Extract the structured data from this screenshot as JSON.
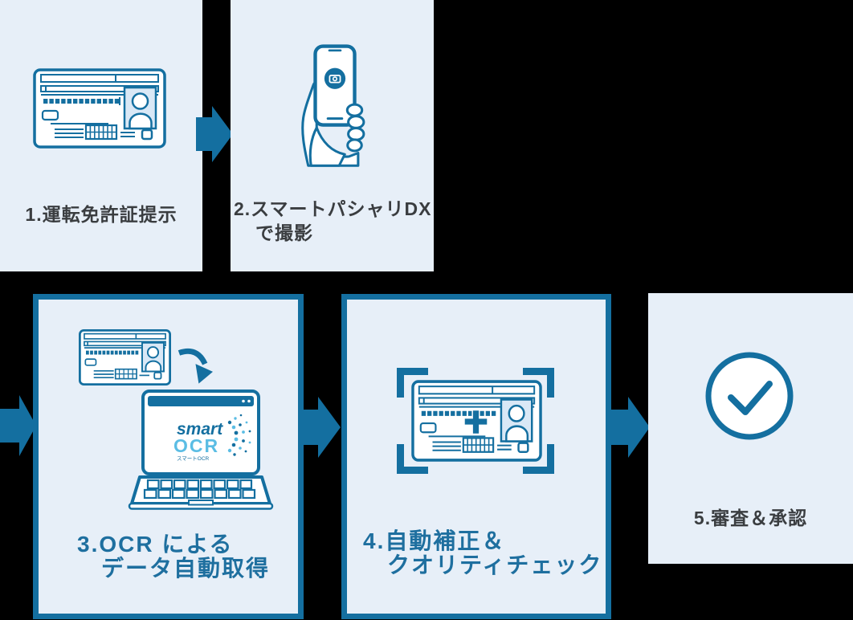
{
  "colors": {
    "background": "#000000",
    "panel_bg": "#e7eff8",
    "primary_blue": "#146fa0",
    "label_dark": "#3a3d40",
    "label_blue": "#1e6f9f",
    "logo_light_blue": "#5bbde4",
    "photo_bg": "#d9e8f6",
    "sparkle": "#ccdcee"
  },
  "steps": [
    {
      "label": "1.運転免許証提示",
      "icon": "drivers-license-icon"
    },
    {
      "label_line1": "2.スマートパシャリDX",
      "label_line2": "で撮影",
      "icon": "smartphone-camera-in-hand-icon"
    },
    {
      "label_line1": "3.OCR による",
      "label_line2": "データ自動取得",
      "icon": "license-to-laptop-ocr-icon"
    },
    {
      "label_line1": "4.自動補正＆",
      "label_line2": "クオリティチェック",
      "icon": "license-crop-frame-plus-icon"
    },
    {
      "label": "5.審査＆承認",
      "icon": "check-circle-icon"
    }
  ],
  "laptop_screen_logo": {
    "line1": "smart",
    "line2": "OCR",
    "caption": "スマートOCR"
  },
  "icons": {
    "drivers-license-icon": "driver's license card illustration",
    "smartphone-camera-in-hand-icon": "hand holding smartphone with camera app",
    "curved-arrow-icon": "curved arrow from card to laptop",
    "license-to-laptop-ocr-icon": "license card scanned into smart OCR laptop",
    "license-crop-frame-plus-icon": "license inside crop frame with plus mark",
    "check-circle-icon": "circled checkmark",
    "flow-arrow-icon": "thick right-pointing flow arrow"
  }
}
